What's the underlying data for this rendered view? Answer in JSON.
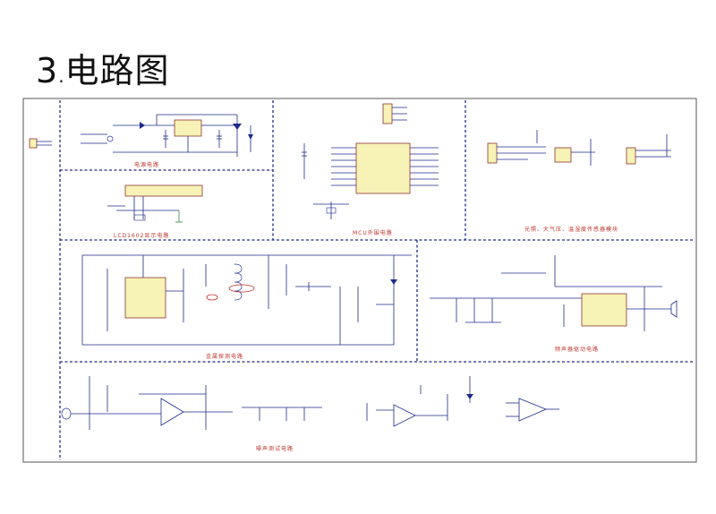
{
  "page": {
    "title_number": "3",
    "title_dot": ".",
    "title_text": "电路图"
  },
  "sections": {
    "power": "电源电路",
    "lcd": "LCD1602显示电路",
    "mcu": "MCU外围电路",
    "sensors": "光照、大气压、温湿度传感器模块",
    "metal": "金属探测电路",
    "wave_record": "频声器驱动电路",
    "sound_test": "噪声测试电路"
  },
  "colors": {
    "wire": "#1f2a8a",
    "label": "#c0302a",
    "ic_fill": "#f7f2b5",
    "ground": "#2a8a3a"
  }
}
